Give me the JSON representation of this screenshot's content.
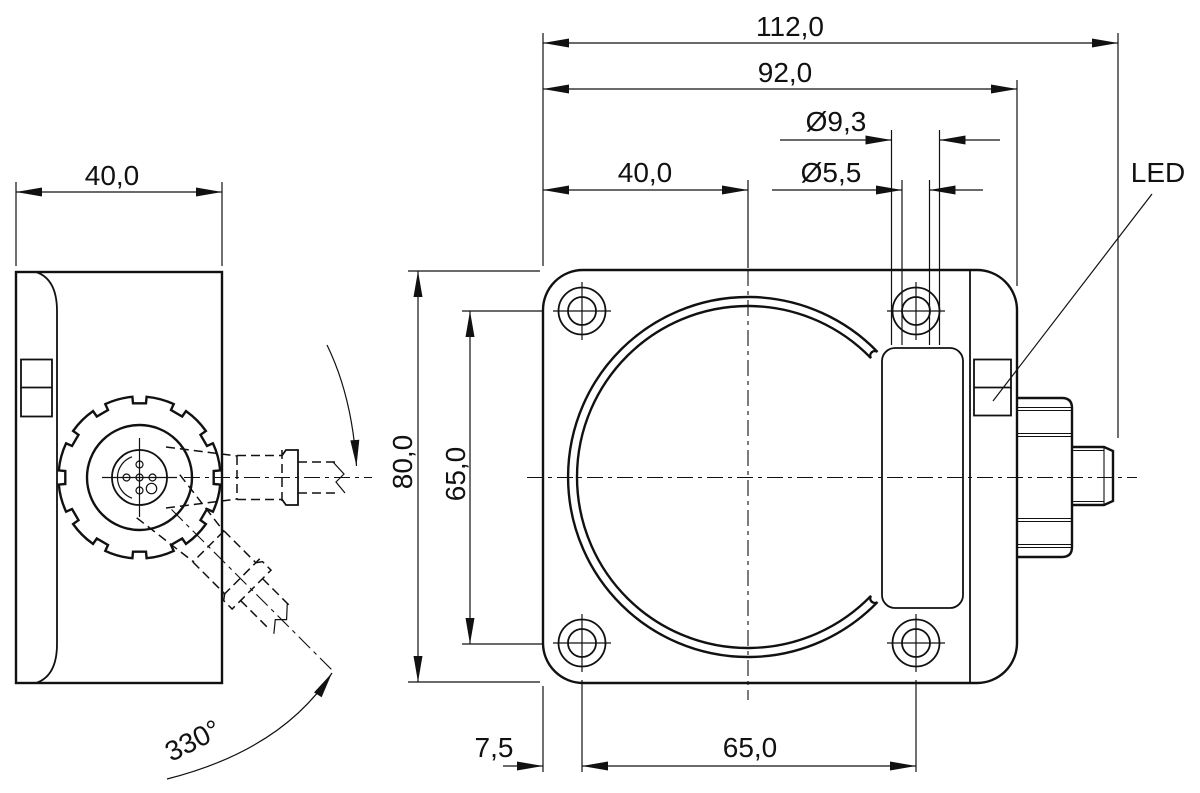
{
  "dimensions": {
    "overall_width": "112,0",
    "body_width": "92,0",
    "counterbore_diameter": "Ø9,3",
    "bore_diameter": "Ø5,5",
    "center_offset": "40,0",
    "side_view_width": "40,0",
    "body_height": "80,0",
    "hole_spacing_vertical": "65,0",
    "hole_spacing_horizontal": "65,0",
    "hole_edge_offset": "7,5",
    "connector_rotation": "330°"
  },
  "labels": {
    "led": "LED"
  },
  "colors": {
    "line_color": "#111111",
    "background": "#ffffff"
  }
}
